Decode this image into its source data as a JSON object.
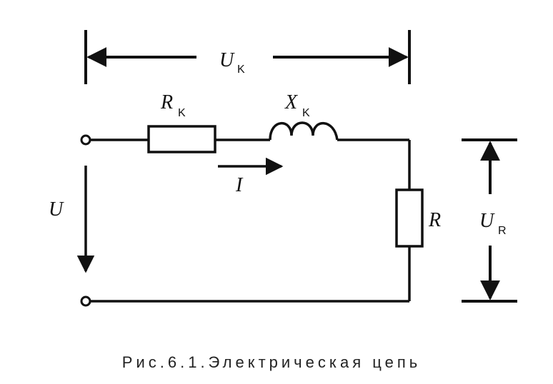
{
  "labels": {
    "uk": {
      "main": "U",
      "sub": "K"
    },
    "rk": {
      "main": "R",
      "sub": "K"
    },
    "xk": {
      "main": "X",
      "sub": "K"
    },
    "i": {
      "main": "I"
    },
    "u": {
      "main": "U"
    },
    "r": {
      "main": "R"
    },
    "ur": {
      "main": "U",
      "sub": "R"
    }
  },
  "caption": "Рис.6.1.Электрическая цепь",
  "colors": {
    "line": "#111111",
    "background": "#ffffff"
  }
}
